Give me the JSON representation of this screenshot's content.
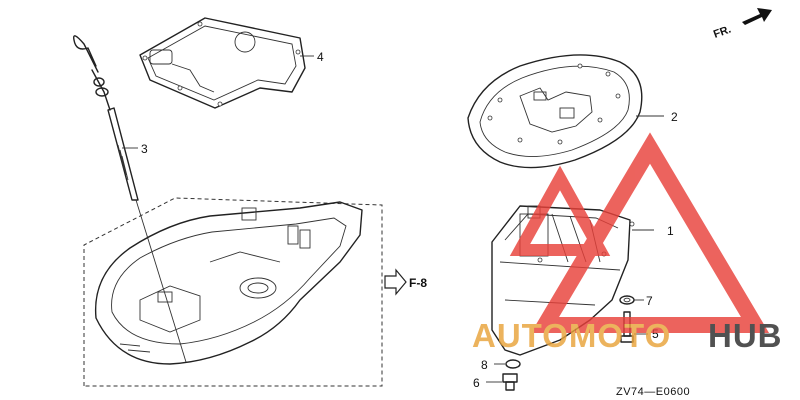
{
  "diagram": {
    "callouts": [
      {
        "id": "c1",
        "label": "1"
      },
      {
        "id": "c2",
        "label": "2"
      },
      {
        "id": "c3",
        "label": "3"
      },
      {
        "id": "c4",
        "label": "4"
      },
      {
        "id": "c5",
        "label": "5"
      },
      {
        "id": "c6",
        "label": "6"
      },
      {
        "id": "c7",
        "label": "7"
      },
      {
        "id": "c8",
        "label": "8"
      }
    ],
    "direction_label": "FR.",
    "reference_label": "F-8",
    "diagram_code": "ZV74—E0600"
  },
  "watermark": {
    "word_part1": "AUTOMOTO",
    "word_part2": "HUB",
    "color_primary": "#e8a33a",
    "color_secondary": "#2b2b2b",
    "triangle_color": "#e8413a"
  }
}
